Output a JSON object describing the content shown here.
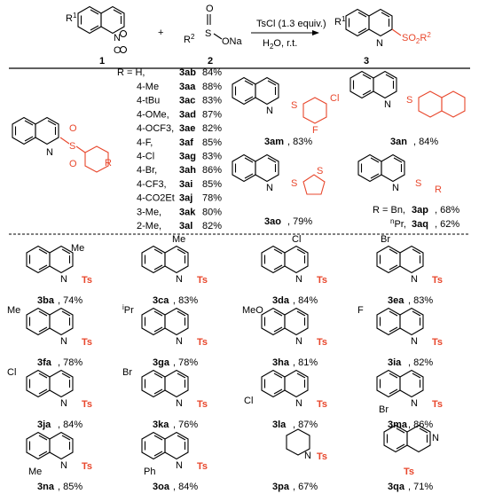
{
  "header": {
    "reactant1_label": "1",
    "reactant2_label": "2",
    "product_label": "3",
    "plus": "+",
    "r1": "R",
    "r1_sup": "1",
    "r2": "R",
    "r2_sup": "2",
    "sulfinate_s": "S",
    "sulfinate_o": "O",
    "sulfinate_ona": "ONa",
    "n_oxide_n": "N",
    "n_oxide_o": "O",
    "reagent": "TsCl (1.3 equiv.)",
    "conditions": "H2O, r.t.",
    "product_group": "SO2R2"
  },
  "aryl_table": {
    "r_prefix": "R = H,",
    "rows": [
      {
        "sub": "4-Me",
        "code": "3aa",
        "yield": "88%"
      },
      {
        "sub": "4-tBu",
        "code": "3ac",
        "yield": "83%"
      },
      {
        "sub": "4-OMe,",
        "code": "3ad",
        "yield": "87%"
      },
      {
        "sub": "4-OCF3,",
        "code": "3ae",
        "yield": "82%"
      },
      {
        "sub": "4-F,",
        "code": "3af",
        "yield": "85%"
      },
      {
        "sub": "4-Cl",
        "code": "3ag",
        "yield": "83%"
      },
      {
        "sub": "4-Br,",
        "code": "3ah",
        "yield": "86%"
      },
      {
        "sub": "4-CF3,",
        "code": "3ai",
        "yield": "85%"
      },
      {
        "sub": "4-CO2Et",
        "code": "3aj",
        "yield": "78%"
      },
      {
        "sub": "3-Me,",
        "code": "3ak",
        "yield": "80%"
      },
      {
        "sub": "2-Me,",
        "code": "3al",
        "yield": "82%"
      }
    ],
    "first_code": "3ab",
    "first_yield": "84%"
  },
  "special": [
    {
      "code": "3am",
      "yield": ", 83%"
    },
    {
      "code": "3an",
      "yield": ", 84%"
    },
    {
      "code": "3ao",
      "yield": ", 79%"
    }
  ],
  "alkyl": {
    "line1_prefix": "R = Bn,",
    "line1_code": "3ap",
    "line1_yield": ", 68%",
    "line2_prefix": "Pr,",
    "line2_sup": "n",
    "line2_code": "3aq",
    "line2_yield": ", 62%"
  },
  "grid": [
    {
      "code": "3ba",
      "yield": ", 74%",
      "sub": "Me"
    },
    {
      "code": "3ca",
      "yield": ", 83%",
      "sub": "Me"
    },
    {
      "code": "3da",
      "yield": ", 84%",
      "sub": "Cl"
    },
    {
      "code": "3ea",
      "yield": ", 83%",
      "sub": "Br"
    },
    {
      "code": "3fa",
      "yield": ", 78%",
      "sub": "Me"
    },
    {
      "code": "3ga",
      "yield": ", 78%",
      "sub": "Pr"
    },
    {
      "code": "3ha",
      "yield": ", 81%",
      "sub": "MeO"
    },
    {
      "code": "3ia",
      "yield": ", 82%",
      "sub": "F"
    },
    {
      "code": "3ja",
      "yield": ", 84%",
      "sub": "Cl"
    },
    {
      "code": "3ka",
      "yield": ", 76%",
      "sub": "Br"
    },
    {
      "code": "3la",
      "yield": ", 87%",
      "sub": "Cl"
    },
    {
      "code": "3ma",
      "yield": ", 86%",
      "sub": "Br"
    },
    {
      "code": "3na",
      "yield": ", 85%",
      "sub": "Me"
    },
    {
      "code": "3oa",
      "yield": ", 84%",
      "sub": "Ph"
    },
    {
      "code": "3pa",
      "yield": ", 67%",
      "sub": ""
    },
    {
      "code": "3qa",
      "yield": ", 71%",
      "sub": ""
    }
  ],
  "ts_label": "Ts",
  "atom_labels": {
    "s": "S",
    "o": "O",
    "n": "N",
    "cl": "Cl",
    "f": "F",
    "r": "R",
    "i": "i"
  }
}
